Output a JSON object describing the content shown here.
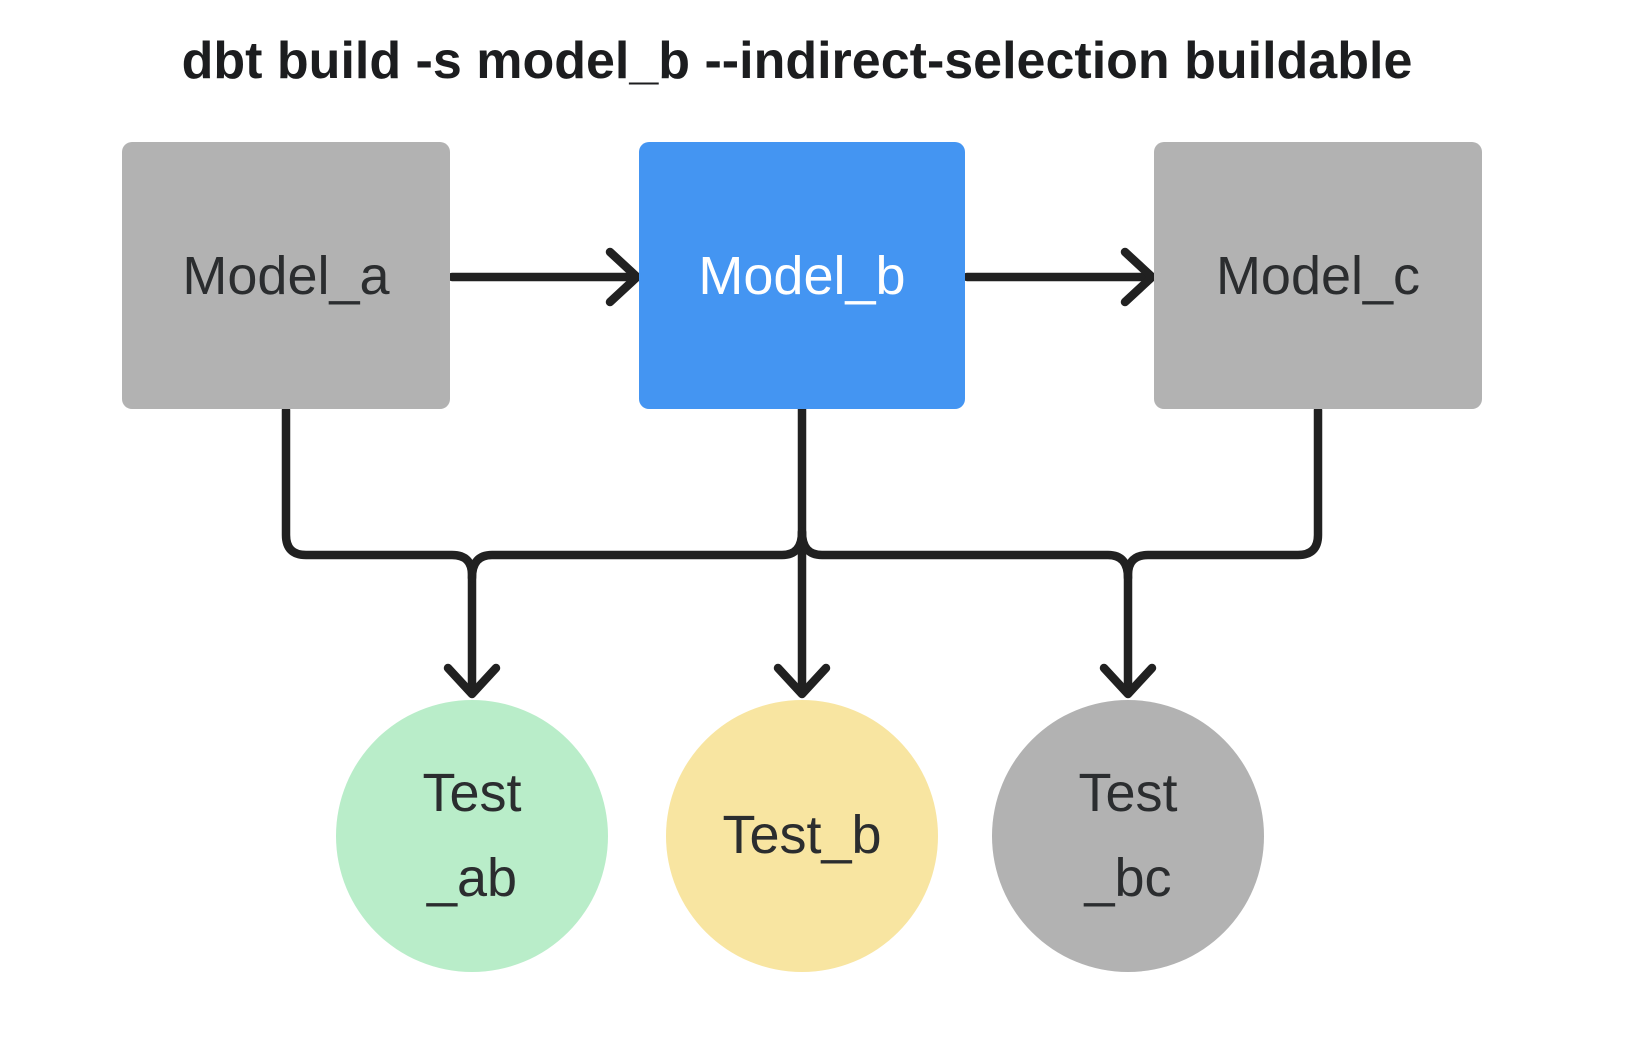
{
  "title": "dbt build -s model_b --indirect-selection buildable",
  "nodes": {
    "model_a": {
      "label": "Model_a",
      "kind": "model",
      "fill": "#b2b2b2",
      "text_color": "#2b2d2f",
      "selected": false
    },
    "model_b": {
      "label": "Model_b",
      "kind": "model",
      "fill": "#4495f2",
      "text_color": "#ffffff",
      "selected": true
    },
    "model_c": {
      "label": "Model_c",
      "kind": "model",
      "fill": "#b2b2b2",
      "text_color": "#2b2d2f",
      "selected": false
    },
    "test_ab": {
      "line1": "Test",
      "line2": "_ab",
      "kind": "test",
      "fill": "#b9edc9"
    },
    "test_b": {
      "line1": "Test_b",
      "kind": "test",
      "fill": "#f8e5a1"
    },
    "test_bc": {
      "line1": "Test",
      "line2": "_bc",
      "kind": "test",
      "fill": "#b2b2b2"
    }
  },
  "edges": {
    "model_flow": [
      {
        "from": "Model_a",
        "to": "Model_b",
        "style": "arrow"
      },
      {
        "from": "Model_b",
        "to": "Model_c",
        "style": "arrow"
      }
    ],
    "test_bus": {
      "description": "vertical drops from all three models merge into one horizontal bus that branches down with arrows",
      "sources": [
        "Model_a",
        "Model_b",
        "Model_c"
      ],
      "targets": [
        "Test_ab",
        "Test_b",
        "Test_bc"
      ]
    }
  },
  "colors": {
    "background": "#ffffff",
    "connector": "#212121",
    "title_text": "#1c1d1f",
    "model_gray": "#b2b2b2",
    "model_selected_blue": "#4495f2",
    "test_green": "#b9edc9",
    "test_yellow": "#f8e5a1",
    "test_gray": "#b2b2b2"
  }
}
